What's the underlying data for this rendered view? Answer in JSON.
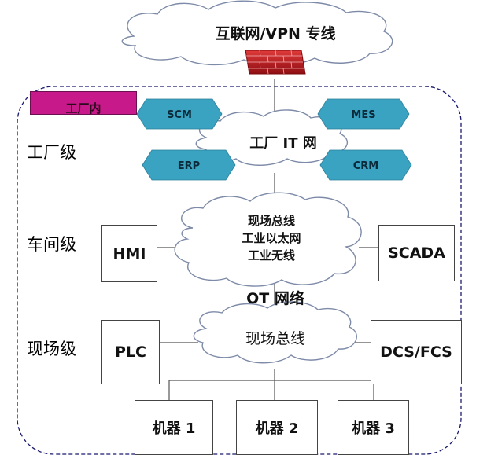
{
  "internet": {
    "label": "互联网/VPN 专线"
  },
  "factory_tag": {
    "label": "工厂内"
  },
  "levels": {
    "factory": "工厂级",
    "workshop": "车间级",
    "field": "现场级"
  },
  "it_network": {
    "label": "工厂 IT 网",
    "systems": [
      "SCM",
      "MES",
      "ERP",
      "CRM"
    ]
  },
  "workshop_network": {
    "lines": [
      "现场总线",
      "工业以太网",
      "工业无线"
    ]
  },
  "ot_network": {
    "label": "OT 网络"
  },
  "field_network": {
    "label": "现场总线"
  },
  "devices": {
    "hmi": "HMI",
    "scada": "SCADA",
    "plc": "PLC",
    "dcs": "DCS/FCS"
  },
  "machines": [
    "机器 1",
    "机器 2",
    "机器 3"
  ],
  "colors": {
    "hex_fill": "#3aa3c2",
    "tag_fill": "#c8198a",
    "firewall": "#c0141c",
    "border_dashed": "#1a1a6e"
  }
}
